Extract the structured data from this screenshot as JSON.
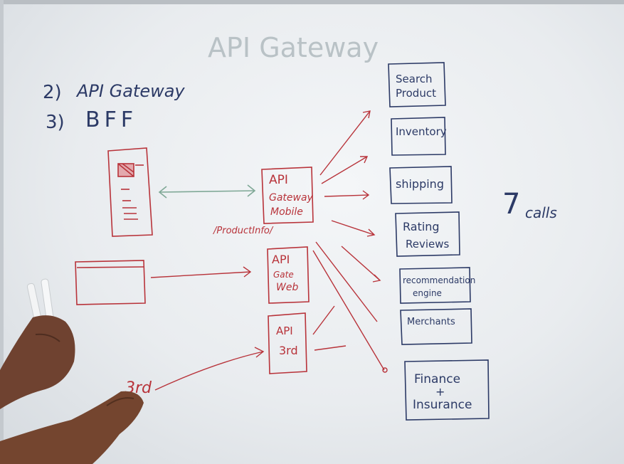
{
  "board": {
    "title": "API Gateway",
    "list": [
      {
        "num": "2)",
        "text": "API Gateway"
      },
      {
        "num": "3)",
        "text": "BFF"
      }
    ],
    "gateways": [
      {
        "line1": "API",
        "line2": "Gateway",
        "line3": "Mobile"
      },
      {
        "line1": "API",
        "line2": "Gate",
        "line3": "Web"
      },
      {
        "line1": "API",
        "line2": "3rd",
        "line3": ""
      }
    ],
    "product_info_label": "/ProductInfo/",
    "third_party_label": "3rd",
    "services": [
      {
        "line1": "Search",
        "line2": "Product"
      },
      {
        "line1": "Inventory",
        "line2": ""
      },
      {
        "line1": "shipping",
        "line2": ""
      },
      {
        "line1": "Rating",
        "line2": "Reviews"
      },
      {
        "line1": "recommendation",
        "line2": "engine"
      },
      {
        "line1": "Merchants",
        "line2": ""
      },
      {
        "line1": "Finance",
        "line2": "+",
        "line3": "Insurance"
      }
    ],
    "calls_number": "7",
    "calls_word": "calls",
    "colors": {
      "blue_marker": "#2c3a66",
      "red_marker": "#b8333a",
      "green_marker": "#7fa896",
      "faint": "#b9c2c6",
      "skin": "#7a4a34"
    }
  }
}
